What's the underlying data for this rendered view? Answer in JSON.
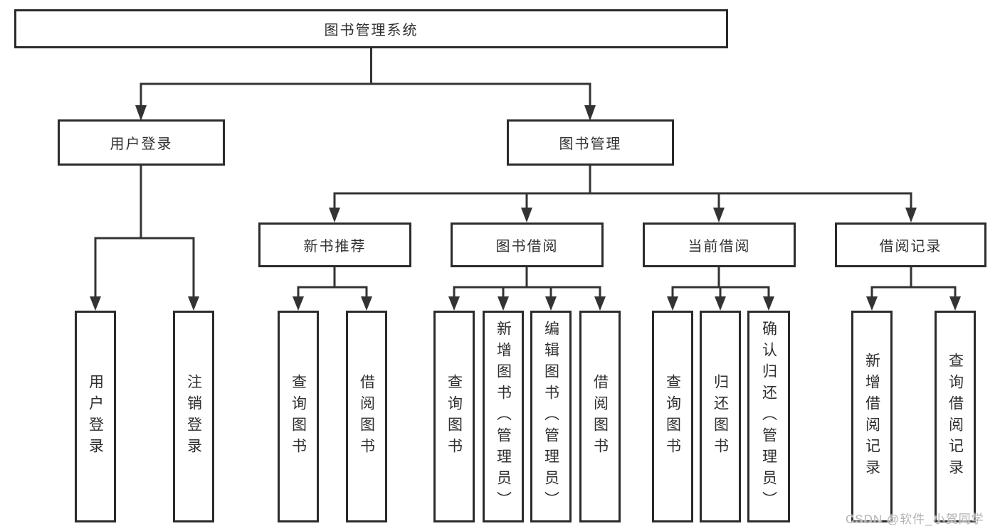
{
  "colors": {
    "line": "#333333",
    "box_border": "#2b2b2b",
    "text": "#2f2f2f",
    "watermark_text": "#b3b3b3",
    "background": "#ffffff"
  },
  "watermark": {
    "text": "CSDN @软件_小贺同学"
  },
  "diagram": {
    "root": {
      "label": "图书管理系统"
    },
    "branches": [
      {
        "label": "用户登录",
        "children": [
          {
            "label": "用户登录"
          },
          {
            "label": "注销登录"
          }
        ]
      },
      {
        "label": "图书管理",
        "children": [
          {
            "label": "新书推荐",
            "children": [
              {
                "label": "查询图书"
              },
              {
                "label": "借阅图书"
              }
            ]
          },
          {
            "label": "图书借阅",
            "children": [
              {
                "label": "查询图书"
              },
              {
                "label": "新增图书（管理员）"
              },
              {
                "label": "编辑图书（管理员）"
              },
              {
                "label": "借阅图书"
              }
            ]
          },
          {
            "label": "当前借阅",
            "children": [
              {
                "label": "查询图书"
              },
              {
                "label": "归还图书"
              },
              {
                "label": "确认归还（管理员）"
              }
            ]
          },
          {
            "label": "借阅记录",
            "children": [
              {
                "label": "新增借阅记录"
              },
              {
                "label": "查询借阅记录"
              }
            ]
          }
        ]
      }
    ]
  }
}
